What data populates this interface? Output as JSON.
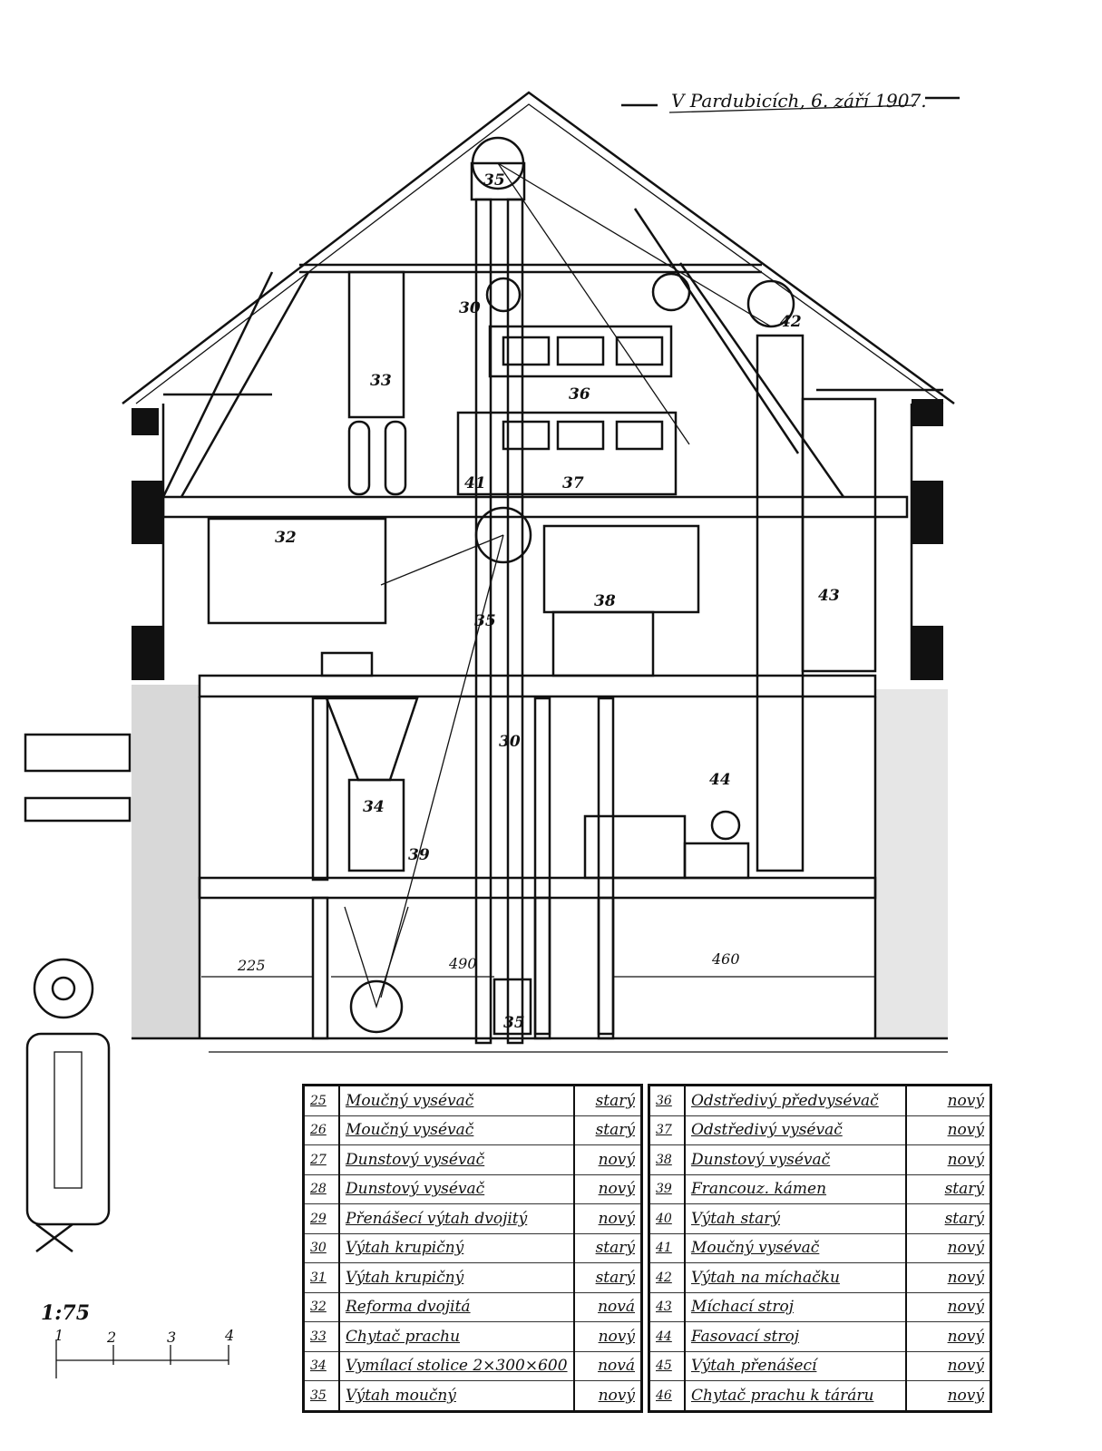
{
  "title": "V Pardubicích, 6. září 1907.",
  "scale": {
    "label": "1:75",
    "ticks": [
      "1",
      "2",
      "3",
      "4"
    ]
  },
  "labels": {
    "elevator_top": "35",
    "label_30_top": "30",
    "dust_catcher": "33",
    "sifter_36": "36",
    "sifter_37": "37",
    "label_41": "41",
    "reform_32": "32",
    "elevator_35_mid": "35",
    "label_38": "38",
    "mixer_43": "43",
    "label_42": "42",
    "label_30_low": "30",
    "grinder_34": "34",
    "stone_39": "39",
    "packer_44": "44",
    "elevator_35_bottom": "35"
  },
  "dimensions": {
    "left": "225",
    "middle": "490",
    "right": "460"
  },
  "legend_left": [
    {
      "num": "25",
      "name": "Moučný vysévač",
      "status": "starý"
    },
    {
      "num": "26",
      "name": "Moučný vysévač",
      "status": "starý"
    },
    {
      "num": "27",
      "name": "Dunstový vysévač",
      "status": "nový"
    },
    {
      "num": "28",
      "name": "Dunstový vysévač",
      "status": "nový"
    },
    {
      "num": "29",
      "name": "Přenášecí výtah dvojitý",
      "status": "nový"
    },
    {
      "num": "30",
      "name": "Výtah krupičný",
      "status": "starý"
    },
    {
      "num": "31",
      "name": "Výtah krupičný",
      "status": "starý"
    },
    {
      "num": "32",
      "name": "Reforma dvojitá",
      "status": "nová"
    },
    {
      "num": "33",
      "name": "Chytač prachu",
      "status": "nový"
    },
    {
      "num": "34",
      "name": "Vymílací stolice 2×300×600",
      "status": "nová"
    },
    {
      "num": "35",
      "name": "Výtah moučný",
      "status": "nový"
    }
  ],
  "legend_right": [
    {
      "num": "36",
      "name": "Odstředivý předvysévač",
      "status": "nový"
    },
    {
      "num": "37",
      "name": "Odstředivý vysévač",
      "status": "nový"
    },
    {
      "num": "38",
      "name": "Dunstový vysévač",
      "status": "nový"
    },
    {
      "num": "39",
      "name": "Francouz. kámen",
      "status": "starý"
    },
    {
      "num": "40",
      "name": "Výtah starý",
      "status": "starý"
    },
    {
      "num": "41",
      "name": "Moučný vysévač",
      "status": "nový"
    },
    {
      "num": "42",
      "name": "Výtah na míchačku",
      "status": "nový"
    },
    {
      "num": "43",
      "name": "Míchací stroj",
      "status": "nový"
    },
    {
      "num": "44",
      "name": "Fasovací stroj",
      "status": "nový"
    },
    {
      "num": "45",
      "name": "Výtah přenášecí",
      "status": "nový"
    },
    {
      "num": "46",
      "name": "Chytač prachu k táráru",
      "status": "nový"
    }
  ]
}
